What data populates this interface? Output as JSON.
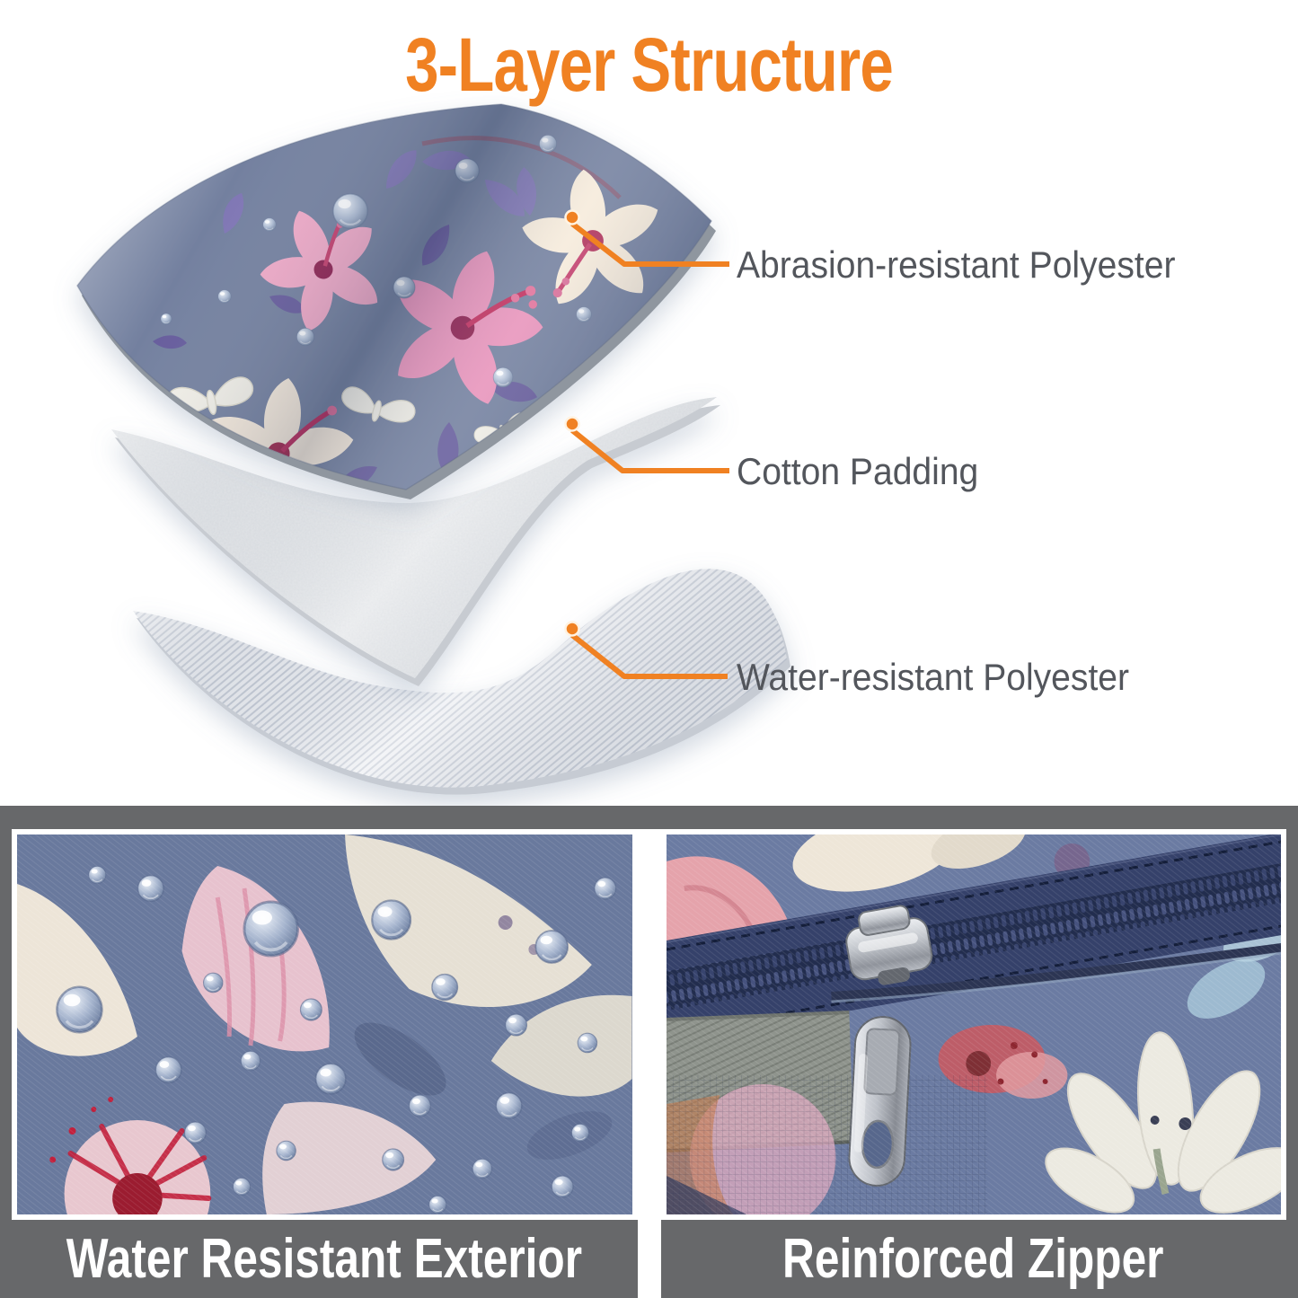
{
  "title": "3-Layer Structure",
  "colors": {
    "accent": "#F08122",
    "panel_gray": "#67686A",
    "label_text": "#53565C",
    "caption_text": "#FFFFFF"
  },
  "layer_callouts": [
    {
      "label": "Abrasion-resistant Polyester"
    },
    {
      "label": "Cotton Padding"
    },
    {
      "label": "Water-resistant Polyester"
    }
  ],
  "photo_cards": [
    {
      "caption": "Water Resistant Exterior"
    },
    {
      "caption": "Reinforced Zipper"
    }
  ]
}
